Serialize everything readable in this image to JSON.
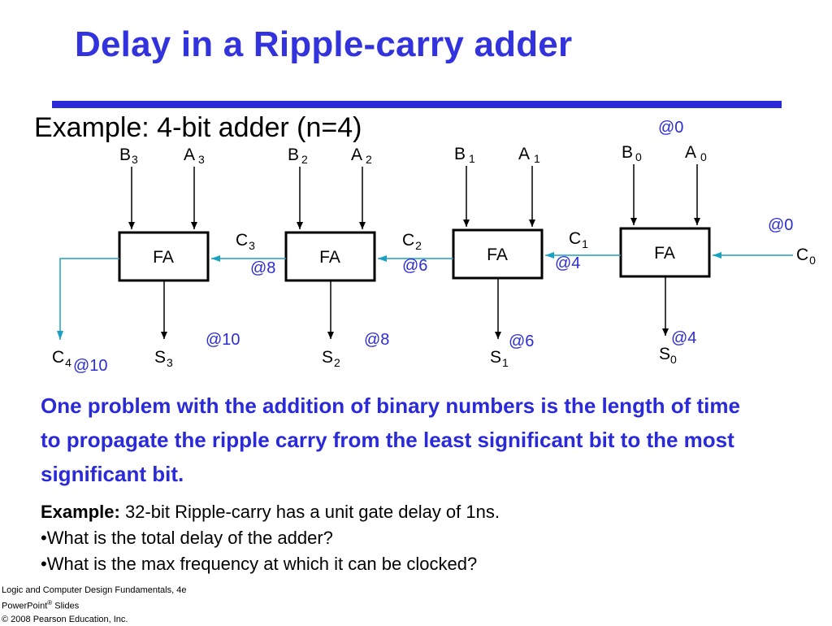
{
  "title": "Delay in  a Ripple-carry adder",
  "example_heading": "Example: 4-bit adder (n=4)",
  "colors": {
    "accent": "#2a2ad8",
    "wire": "#1aa0c0",
    "ink": "#000000"
  },
  "diagram": {
    "box_label": "FA",
    "stages": [
      {
        "b": "B",
        "b_sub": "3",
        "a": "A",
        "a_sub": "3",
        "s": "S",
        "s_sub": "3",
        "s_time": "@10"
      },
      {
        "b": "B",
        "b_sub": "2",
        "a": "A",
        "a_sub": "2",
        "s": "S",
        "s_sub": "2",
        "s_time": "@8"
      },
      {
        "b": "B",
        "b_sub": "1",
        "a": "A",
        "a_sub": "1",
        "s": "S",
        "s_sub": "1",
        "s_time": "@6"
      },
      {
        "b": "B",
        "b_sub": "0",
        "a": "A",
        "a_sub": "0",
        "s": "S",
        "s_sub": "0",
        "s_time": "@4"
      }
    ],
    "inputs_time": "@0",
    "carries": [
      {
        "c": "C",
        "c_sub": "3",
        "time": "@8"
      },
      {
        "c": "C",
        "c_sub": "2",
        "time": "@6"
      },
      {
        "c": "C",
        "c_sub": "1",
        "time": "@4"
      }
    ],
    "c0": {
      "c": "C",
      "c_sub": "0",
      "time": "@0"
    },
    "c4": {
      "c": "C",
      "c_sub": "4",
      "time": "@10"
    }
  },
  "problem_text": "One problem with the addition of binary numbers is the length of time to propagate the ripple carry from the least significant bit to the most significant bit.",
  "questions": {
    "example_label": "Example:",
    "example_text": " 32-bit Ripple-carry has a unit gate delay of 1ns.",
    "q1": "•What is the total delay of the adder?",
    "q2": "•What is the max frequency at which it can be clocked?"
  },
  "footer": {
    "line1": "Logic and Computer Design Fundamentals, 4e",
    "line2_a": "PowerPoint",
    "line2_sup": "®",
    "line2_b": " Slides",
    "line3": "© 2008 Pearson Education, Inc."
  }
}
